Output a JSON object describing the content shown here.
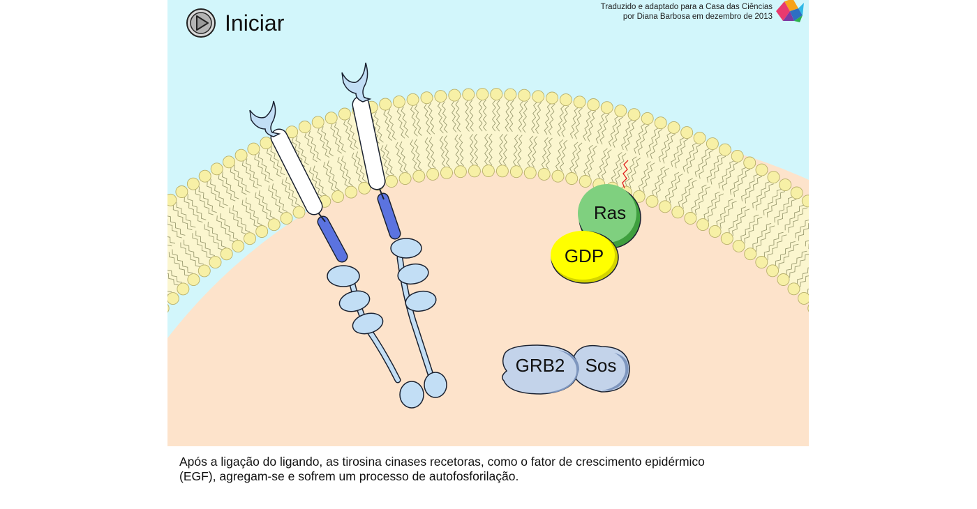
{
  "controls": {
    "start_label": "Iniciar"
  },
  "credit": {
    "line1": "Traduzido e adaptado para a Casa das Ciências",
    "line2": "por Diana Barbosa em dezembro de 2013"
  },
  "molecules": {
    "ras": "Ras",
    "gdp": "GDP",
    "grb2": "GRB2",
    "sos": "Sos"
  },
  "caption": {
    "line1": "Após a ligação do ligando, as tirosina cinases recetoras, como o fator de crescimento epidérmico",
    "line2": "(EGF), agregam-se e sofrem um processo de autofosforilação."
  },
  "icons": {
    "play": "play-icon",
    "logo": "casa-das-ciencias-logo"
  },
  "colors": {
    "extracellular": "#d2f6fb",
    "cytoplasm": "#fde3cb",
    "lipid_head": "#f7f0a6",
    "receptor_kinase": "#5b73e0",
    "receptor_domain": "#c2def5",
    "ras": "#7fd07f",
    "gdp": "#ffff00",
    "grb2_sos": "#c3d3ea"
  }
}
